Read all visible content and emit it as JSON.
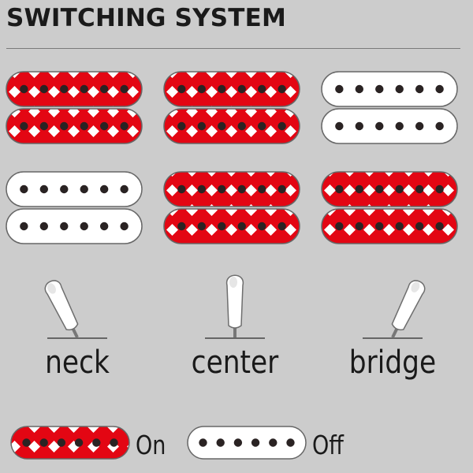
{
  "title": "SWITCHING SYSTEM",
  "colors": {
    "on": "#e30613",
    "off": "#ffffff",
    "background": "#cccccc",
    "text": "#1a1a1a"
  },
  "positions": [
    {
      "label": "neck",
      "lever": "tilted-left",
      "pickups": {
        "upper": "on",
        "lower": "off"
      }
    },
    {
      "label": "center",
      "lever": "upright",
      "pickups": {
        "upper": "on",
        "lower": "on"
      }
    },
    {
      "label": "bridge",
      "lever": "tilted-right",
      "pickups": {
        "upper": "off",
        "lower": "on"
      }
    }
  ],
  "legend": [
    {
      "state": "on",
      "label": "On"
    },
    {
      "state": "off",
      "label": "Off"
    }
  ]
}
